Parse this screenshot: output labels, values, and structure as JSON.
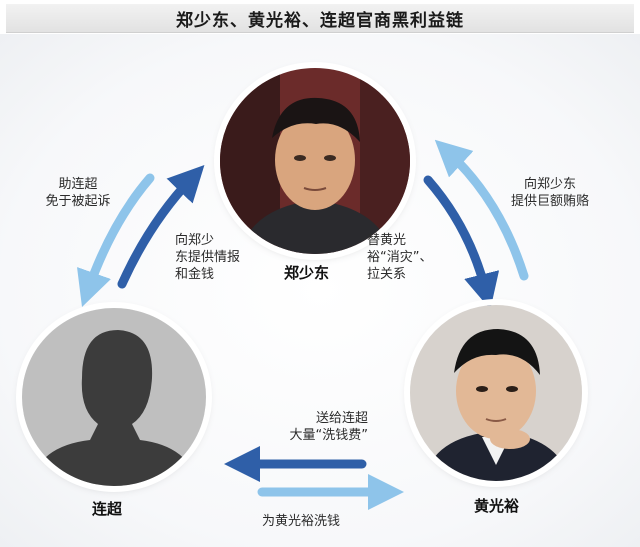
{
  "title": "郑少东、黄光裕、连超官商黑利益链",
  "people": {
    "zheng": {
      "name": "郑少东"
    },
    "huang": {
      "name": "黄光裕"
    },
    "lian": {
      "name": "连超"
    }
  },
  "relations": {
    "lian_to_zheng": "向郑少\n东提供情报\n和金钱",
    "zheng_to_lian": "助连超\n免于被起诉",
    "huang_to_zheng": "向郑少东\n提供巨额贿赂",
    "zheng_to_huang": "替黄光\n裕“消灾”、\n拉关系",
    "huang_to_lian": "送给连超\n大量“洗钱费”",
    "lian_to_huang": "为黄光裕洗钱"
  },
  "colors": {
    "arrow_dark": "#2f5fa8",
    "arrow_light": "#8ec4ea",
    "background": "#ffffff"
  }
}
